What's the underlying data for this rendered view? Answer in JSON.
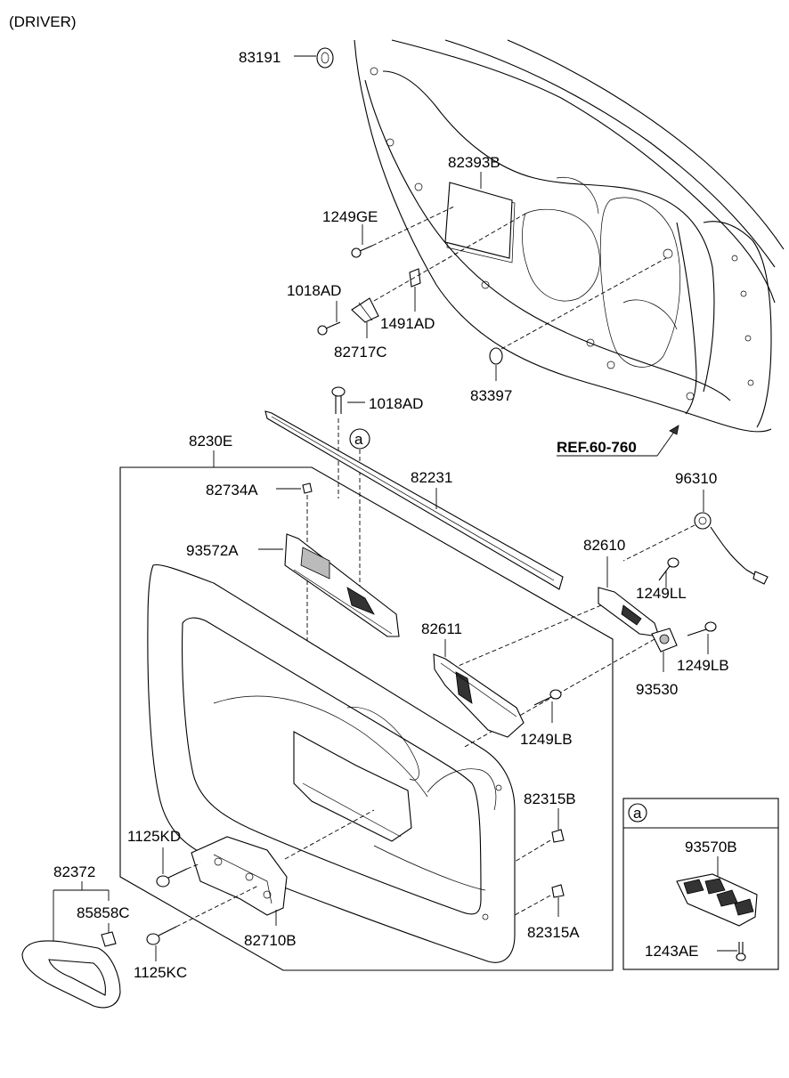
{
  "header": {
    "variant": "(DRIVER)"
  },
  "reference": {
    "label": "REF.60-760"
  },
  "callout_marker": "a",
  "parts": {
    "p83191": "83191",
    "p82393B": "82393B",
    "p1249GE": "1249GE",
    "p1018AD_upper": "1018AD",
    "p1491AD": "1491AD",
    "p82717C": "82717C",
    "p83397": "83397",
    "p1018AD_lower": "1018AD",
    "p8230E": "8230E",
    "p82734A": "82734A",
    "p82231": "82231",
    "p93572A": "93572A",
    "p96310": "96310",
    "p82610": "82610",
    "p1249LL": "1249LL",
    "p82611": "82611",
    "p1249LB_right": "1249LB",
    "p93530": "93530",
    "p1249LB_mid": "1249LB",
    "p82315B": "82315B",
    "p82315A": "82315A",
    "p1125KD": "1125KD",
    "p82710B": "82710B",
    "p1125KC": "1125KC",
    "p82372": "82372",
    "p85858C": "85858C"
  },
  "inset": {
    "marker": "a",
    "part_switch": "93570B",
    "part_screw": "1243AE"
  }
}
